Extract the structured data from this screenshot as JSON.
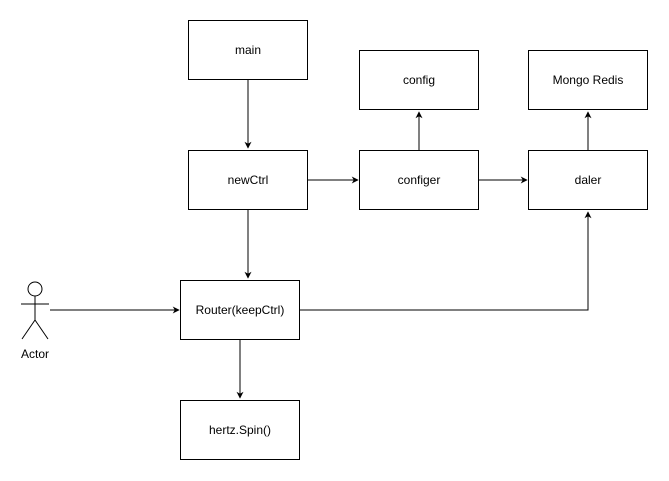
{
  "diagram": {
    "nodes": {
      "main": "main",
      "newctrl": "newCtrl",
      "config": "config",
      "configer": "configer",
      "mongo_redis": "Mongo Redis",
      "daler": "daler",
      "router": "Router(keepCtrl)",
      "hertz_spin": "hertz.Spin()"
    },
    "actor": {
      "label": "Actor"
    },
    "edges": [
      {
        "from": "main",
        "to": "newctrl"
      },
      {
        "from": "newctrl",
        "to": "configer"
      },
      {
        "from": "configer",
        "to": "config"
      },
      {
        "from": "configer",
        "to": "daler"
      },
      {
        "from": "daler",
        "to": "mongo_redis"
      },
      {
        "from": "newctrl",
        "to": "router"
      },
      {
        "from": "actor",
        "to": "router"
      },
      {
        "from": "router",
        "to": "daler"
      },
      {
        "from": "router",
        "to": "hertz_spin"
      }
    ],
    "colors": {
      "stroke": "#000000",
      "fill": "#ffffff",
      "text": "#000000"
    }
  }
}
